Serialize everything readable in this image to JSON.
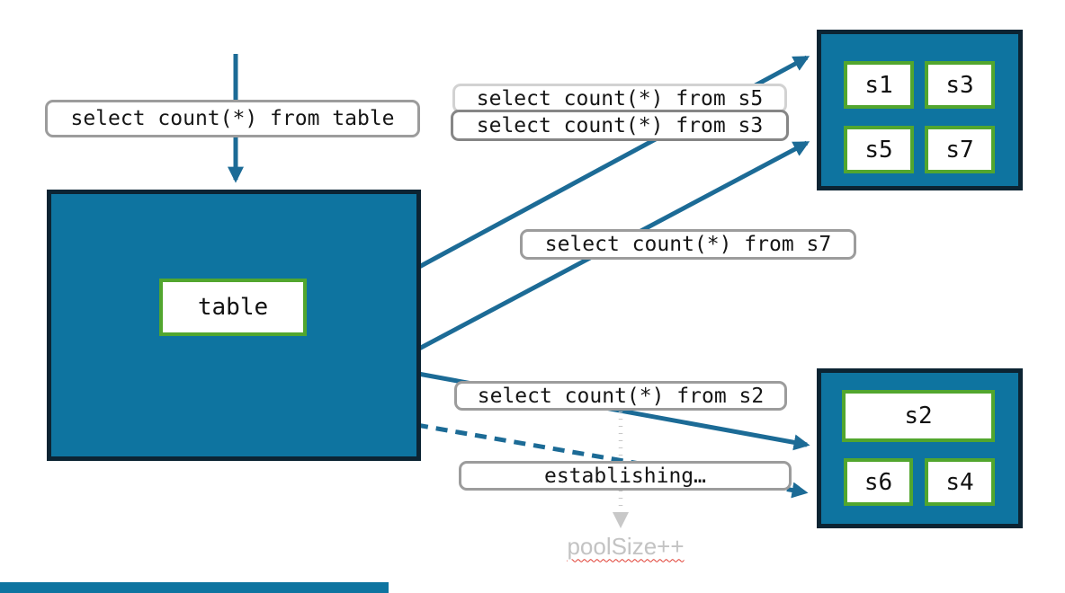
{
  "labels": {
    "query_table": "select count(*) from table",
    "query_s5": "select count(*) from s5",
    "query_s3": "select count(*) from s3",
    "query_s7": "select count(*) from s7",
    "query_s2": "select count(*) from s2",
    "establishing": "establishing…",
    "pool_size": "poolSize++",
    "table": "table"
  },
  "shards_top": [
    "s1",
    "s3",
    "s5",
    "s7"
  ],
  "shards_bottom": [
    "s2",
    "s6",
    "s4"
  ],
  "colors": {
    "container_fill": "#0e74a0",
    "container_border": "#0c2433",
    "shard_border_green": "#52a62e",
    "arrow_teal": "#1c6b96",
    "label_border_gray": "#9c9c9c",
    "label_border_light": "#d2d2d2",
    "pending_arrow_gray": "#c8c8c8",
    "muted_text_gray": "#c3c3c3",
    "spellcheck_red": "#e03c31",
    "progress_bar": "#0e74a0"
  },
  "flows": [
    {
      "from": "client",
      "to": "table",
      "label": "select count(*) from table",
      "style": "solid"
    },
    {
      "from": "table",
      "to": "shard-group-top",
      "label": "select count(*) from s5",
      "style": "solid"
    },
    {
      "from": "table",
      "to": "shard-group-top",
      "label": "select count(*) from s3",
      "style": "solid"
    },
    {
      "from": "table",
      "to": "shard-group-top",
      "label": "select count(*) from s7",
      "style": "solid"
    },
    {
      "from": "table",
      "to": "shard-group-bottom",
      "label": "select count(*) from s2",
      "style": "solid"
    },
    {
      "from": "table",
      "to": "shard-group-bottom",
      "label": "establishing…",
      "style": "dashed"
    },
    {
      "from": "establishing",
      "to": "poolSize++",
      "style": "dotted"
    }
  ]
}
